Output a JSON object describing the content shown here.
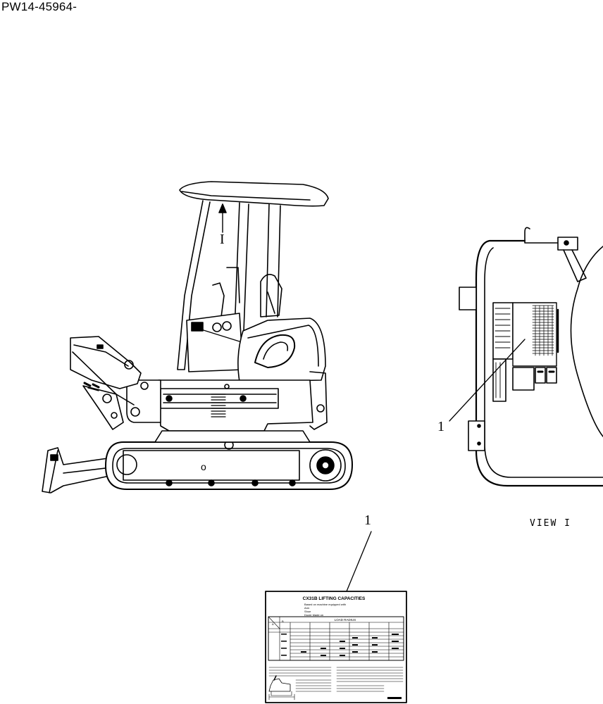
{
  "document": {
    "id": "PW14-45964-"
  },
  "labels": {
    "view_marker": "I",
    "view_caption": "VIEW I",
    "callout_view": "1",
    "callout_decal": "1"
  },
  "decal": {
    "title": "CX31B LIFTING CAPACITIES",
    "notes": [
      "Based on machine equipped with",
      "Arm",
      "Shoe",
      "Dozer blade on"
    ],
    "header": "LOAD RADIUS",
    "col_a": "A",
    "col_b": "B"
  }
}
